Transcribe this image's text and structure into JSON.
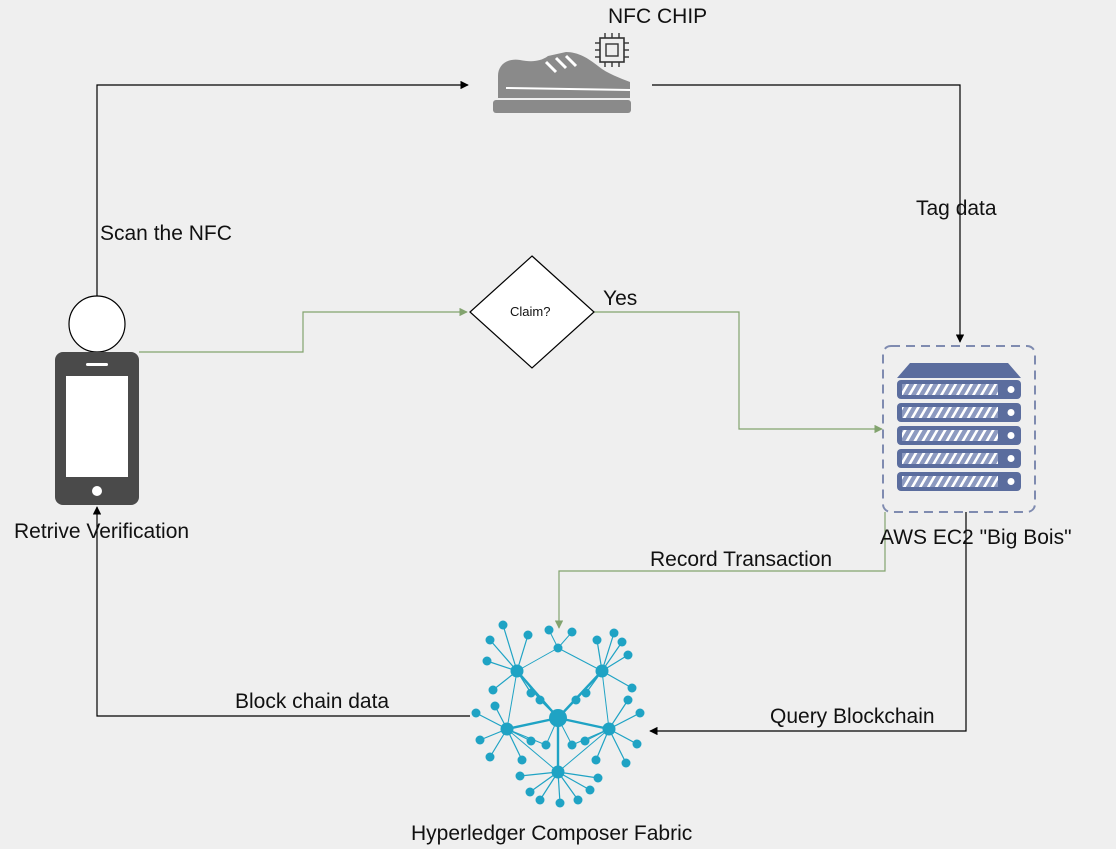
{
  "nodes": {
    "nfc_chip": {
      "label": "NFC CHIP"
    },
    "claim": {
      "label": "Claim?"
    },
    "phone": {
      "label": "Retrive  Verification"
    },
    "server": {
      "label": "AWS EC2  \"Big Bois\""
    },
    "fabric": {
      "label": "Hyperledger Composer Fabric"
    }
  },
  "edges": {
    "scan": {
      "label": "Scan the NFC"
    },
    "tag": {
      "label": "Tag data"
    },
    "yes": {
      "label": "Yes"
    },
    "record": {
      "label": "Record Transaction"
    },
    "query": {
      "label": "Query Blockchain"
    },
    "block": {
      "label": "Block chain data"
    }
  },
  "colors": {
    "background": "#efefef",
    "line_black": "#000000",
    "line_green": "#82a36e",
    "icon_gray": "#8a8a8a",
    "phone_dark": "#4a4a4a",
    "server_blue": "#5b6d9e",
    "network_cyan": "#1fa3c4"
  }
}
